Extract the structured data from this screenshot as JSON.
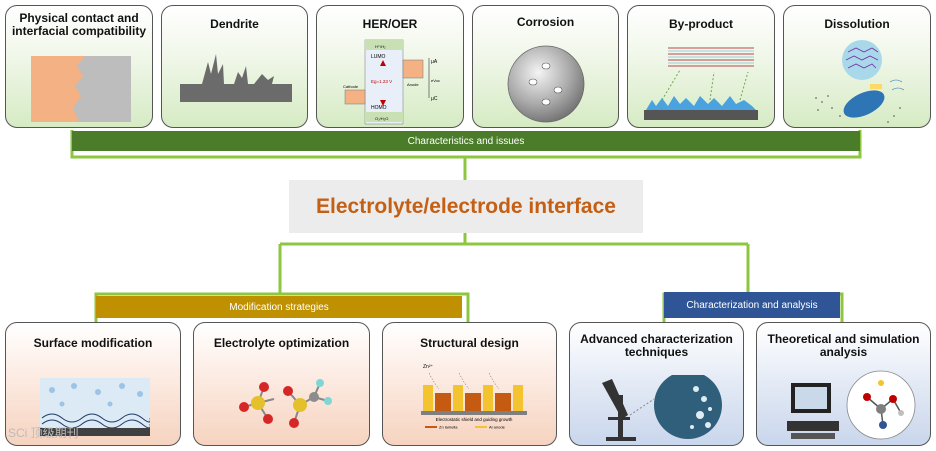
{
  "center_title": "Electrolyte/electrode interface",
  "top_cards": [
    {
      "title": "Physical contact and interfacial compatibility"
    },
    {
      "title": "Dendrite"
    },
    {
      "title": "HER/OER"
    },
    {
      "title": "Corrosion"
    },
    {
      "title": "By-product"
    },
    {
      "title": "Dissolution"
    }
  ],
  "her_oer_labels": {
    "h2": "H⁺/H₂",
    "o2": "O₂/H₂O",
    "lumo": "LUMO",
    "homo": "HOMO",
    "eg": "Eg=1.23 V",
    "anode": "Anode",
    "cathode": "Cathode",
    "mu_a": "μA",
    "mu_c": "μC",
    "eoc": "eVoc"
  },
  "bars": {
    "characteristics": "Characteristics and issues",
    "modification": "Modification strategies",
    "characterization": "Characterization and analysis"
  },
  "bottom_cards": [
    {
      "title": "Surface modification"
    },
    {
      "title": "Electrolyte optimization"
    },
    {
      "title": "Structural design"
    },
    {
      "title": "Advanced characterization techniques"
    },
    {
      "title": "Theoretical and simulation analysis"
    }
  ],
  "structural_labels": {
    "zn": "Zn²⁺",
    "caption": "Electrostatic shield and guiding growth",
    "legend_a": "Zn lamella",
    "legend_b": "Al anode"
  },
  "watermark": "SCi 顶级期刊",
  "colors": {
    "green_bar": "#4a7c2a",
    "connector": "#8dc63f",
    "mod_bar": "#bf9000",
    "char_bar": "#2f5597",
    "title_orange": "#c45f14"
  }
}
